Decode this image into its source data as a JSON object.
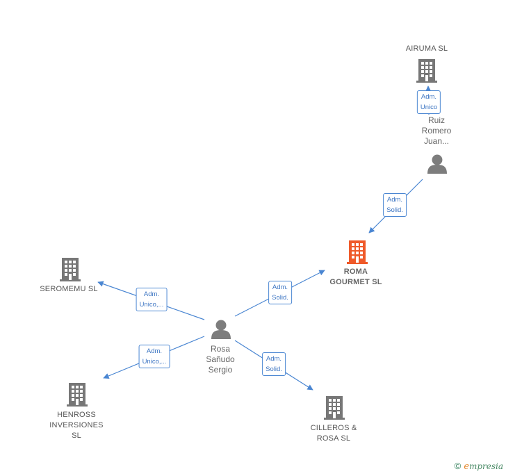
{
  "colors": {
    "edge": "#4a86d2",
    "company": "#777777",
    "focus_company": "#ef5a2a",
    "person": "#7d7d7d"
  },
  "nodes": {
    "roma": {
      "label": "ROMA\nGOURMET  SL",
      "type": "company",
      "focus": true
    },
    "airuma": {
      "label": "AIRUMA  SL",
      "type": "company"
    },
    "seromemu": {
      "label": "SEROMEMU SL",
      "type": "company"
    },
    "henross": {
      "label": "HENROSS\nINVERSIONES\nSL",
      "type": "company"
    },
    "cilleros": {
      "label": "CILLEROS &\nROSA  SL",
      "type": "company"
    },
    "ruiz": {
      "label": "Ruiz\nRomero\nJuan...",
      "type": "person"
    },
    "rosa": {
      "label": "Rosa\nSañudo\nSergio",
      "type": "person"
    }
  },
  "edges": {
    "ruiz_airuma": {
      "label": "Adm.\nUnico"
    },
    "ruiz_roma": {
      "label": "Adm.\nSolid."
    },
    "rosa_roma": {
      "label": "Adm.\nSolid."
    },
    "rosa_seromemu": {
      "label": "Adm.\nUnico,..."
    },
    "rosa_henross": {
      "label": "Adm.\nUnico,..."
    },
    "rosa_cilleros": {
      "label": "Adm.\nSolid."
    }
  },
  "footer": {
    "copyright": "©",
    "brand_first": "e",
    "brand_rest": "mpresia"
  }
}
